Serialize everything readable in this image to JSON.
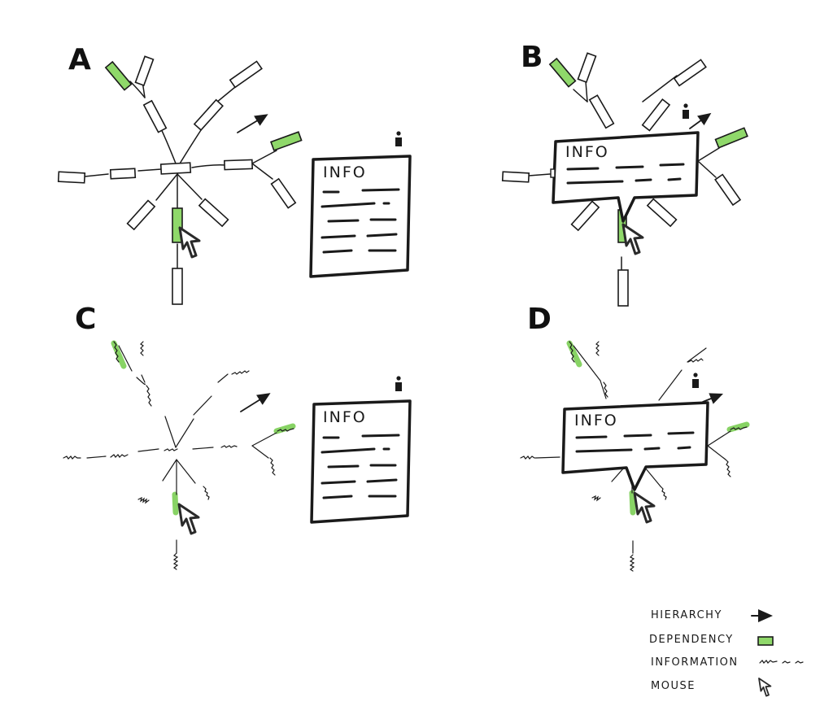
{
  "panels": [
    {
      "id": "A",
      "label": "A",
      "variant": "nodes-with-boxes",
      "info_title": "INFO",
      "info_icon": "info-icon",
      "info_style": "side-panel"
    },
    {
      "id": "B",
      "label": "B",
      "variant": "nodes-with-boxes",
      "info_title": "INFO",
      "info_icon": "info-icon",
      "info_style": "tooltip-callout"
    },
    {
      "id": "C",
      "label": "C",
      "variant": "lines-only",
      "info_title": "INFO",
      "info_icon": "info-icon",
      "info_style": "side-panel"
    },
    {
      "id": "D",
      "label": "D",
      "variant": "lines-only",
      "info_title": "INFO",
      "info_icon": "info-icon",
      "info_style": "tooltip-callout"
    }
  ],
  "legend": {
    "items": [
      {
        "label": "HIERARCHY",
        "icon": "arrow-icon"
      },
      {
        "label": "DEPENDENCY",
        "icon": "green-box-icon"
      },
      {
        "label": "INFORMATION",
        "icon": "squiggle-icon"
      },
      {
        "label": "MOUSE",
        "icon": "cursor-icon"
      }
    ]
  },
  "colors": {
    "ink": "#1a1a1a",
    "dependency_green": "#8fd86a",
    "background": "#ffffff"
  }
}
